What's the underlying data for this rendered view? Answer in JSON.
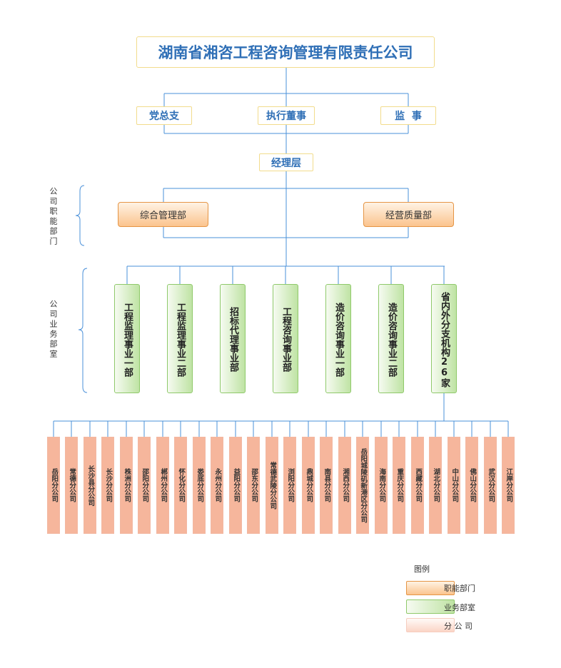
{
  "company": "湖南省湘咨工程咨询管理有限责任公司",
  "governance": {
    "party": "党总支",
    "board": "执行董事",
    "supervisor": "监  事"
  },
  "management": "经理层",
  "functional_label": "公司职能部门",
  "functional_depts": [
    "综合管理部",
    "经营质量部"
  ],
  "business_label": "公司业务部室",
  "business_depts": [
    "工程监理事业一部",
    "工程监理事业二部",
    "招标代理事业部",
    "工程咨询事业部",
    "造价咨询事业一部",
    "造价咨询事业二部",
    "省内外分支机构26家"
  ],
  "branches": [
    "岳阳分公司",
    "常德分公司",
    "长沙县分公司",
    "长沙分公司",
    "株洲分公司",
    "邵阳分公司",
    "郴州分公司",
    "怀化分公司",
    "娄底分公司",
    "永州分公司",
    "益阳分公司",
    "邵东分公司",
    "常德武陵分公司",
    "浏阳分公司",
    "鼎城分公司",
    "南县分公司",
    "湘西分公司",
    "岳阳城陵矶新港区分公司",
    "海南分公司",
    "重庆分公司",
    "西藏分公司",
    "湖北分公司",
    "中山分公司",
    "佛山分公司",
    "武汉分公司",
    "江岸分公司"
  ],
  "legend": {
    "title": "图例",
    "items": [
      {
        "label": "职能部门",
        "color": "#fbc48e"
      },
      {
        "label": "业务部室",
        "color": "#bfe3a4"
      },
      {
        "label": "分 公 司",
        "color": "#fde4da"
      }
    ]
  },
  "colors": {
    "line": "#4a90d9",
    "title_text": "#2f6fb6",
    "yellow_border": "#f2dc8c",
    "branch_fill": "#f6b69c"
  }
}
